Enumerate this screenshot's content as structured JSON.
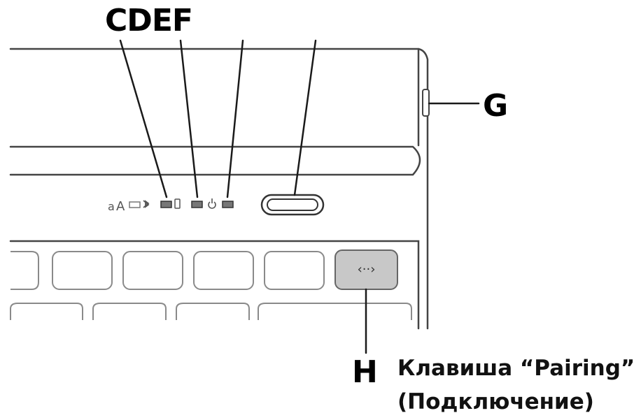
{
  "callouts": {
    "cdef": "CDEF",
    "g": "G",
    "h": "H"
  },
  "caption": {
    "line1": "Клавиша “Pairing”",
    "line2": "(Подключение)"
  },
  "indicator_text": {
    "small_a": "a",
    "big_a": "A"
  },
  "key_glyph": "‹··›",
  "icons": {
    "bluetooth": "bluetooth-icon",
    "battery": "battery-icon",
    "power": "power-icon"
  },
  "colors": {
    "line": "#1a1a1a",
    "device_outline": "#444444",
    "key_outline": "#8a8a8a",
    "highlight_key": "#c8c8c8"
  }
}
